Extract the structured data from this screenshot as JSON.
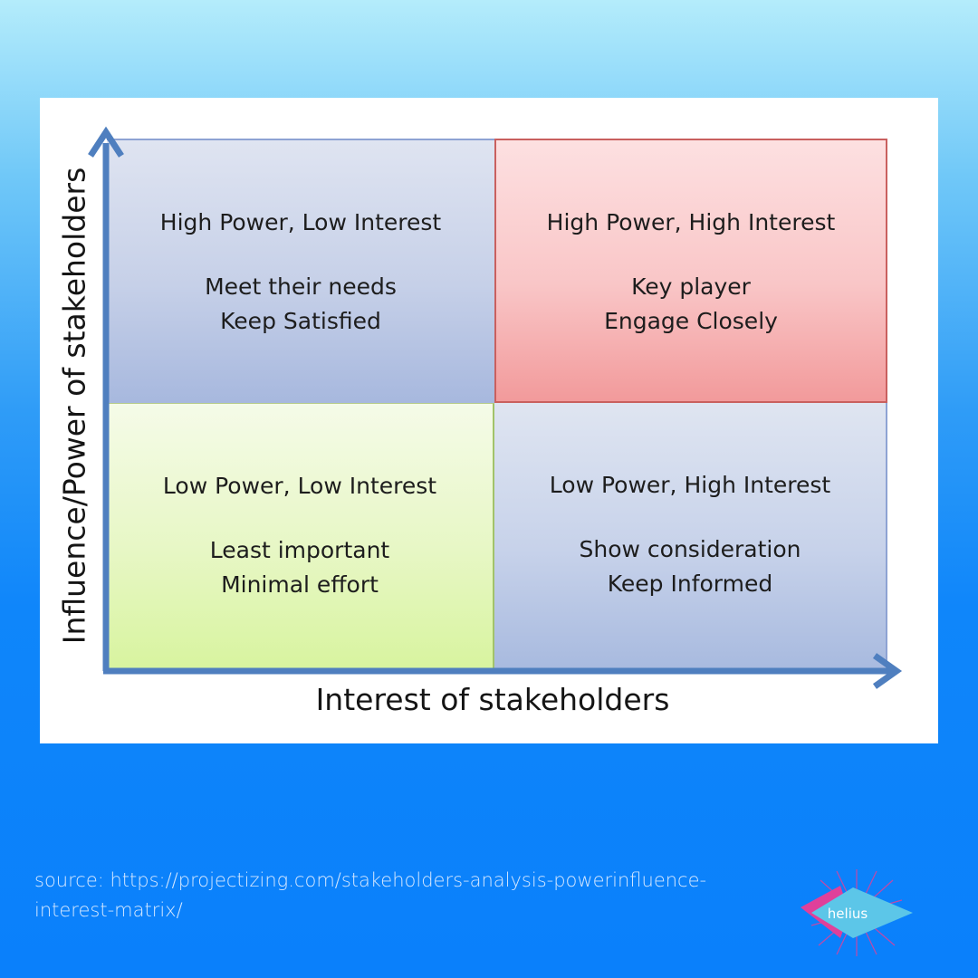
{
  "diagram": {
    "y_axis_label": "Influence/Power of stakeholders",
    "x_axis_label": "Interest of stakeholders",
    "quadrants": {
      "top_left": {
        "title": "High Power, Low Interest",
        "line1": "Meet their needs",
        "line2": "Keep Satisfied"
      },
      "top_right": {
        "title": "High Power, High Interest",
        "line1": "Key player",
        "line2": "Engage Closely"
      },
      "bottom_left": {
        "title": "Low Power, Low Interest",
        "line1": "Least important",
        "line2": "Minimal effort"
      },
      "bottom_right": {
        "title": "Low Power, High Interest",
        "line1": "Show consideration",
        "line2": "Keep Informed"
      }
    }
  },
  "footer": {
    "source_line1": "source: https://projectizing.com/stakeholders-analysis-powerinfluence-",
    "source_line2": "interest-matrix/",
    "logo_text": "helius"
  },
  "colors": {
    "axis": "#4f7fbf",
    "high_power_high_interest": "#f9c6c7",
    "low_power_low_interest": "#e7f7c5",
    "other_quadrants": "#c6d0e8",
    "logo_pink": "#e0409a",
    "logo_teal": "#5cc6e8"
  }
}
